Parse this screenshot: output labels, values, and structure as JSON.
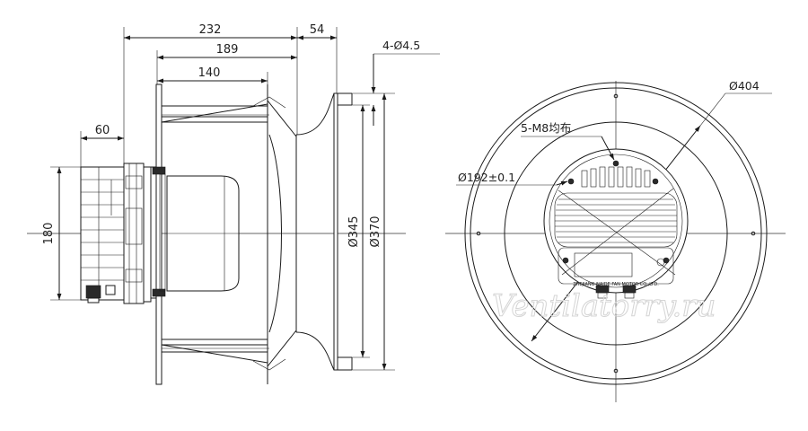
{
  "side_view": {
    "dims": {
      "overall_length": "232",
      "rotor_length": "189",
      "motor_length": "140",
      "flange_width": "54",
      "box_depth": "60",
      "box_height": "180",
      "diameter_inner": "Ø345",
      "diameter_outer": "Ø370"
    },
    "holes_note": "4-Ø4.5"
  },
  "front_view": {
    "outer_diameter": "Ø404",
    "bolt_note": "5-M8均布",
    "pitch_circle": "Ø192±0.1",
    "nameplate_text": "ZHEJIANG NAIDE FAN MOTOR CO.,LTD."
  },
  "watermark": "Ventilatorry.ru"
}
